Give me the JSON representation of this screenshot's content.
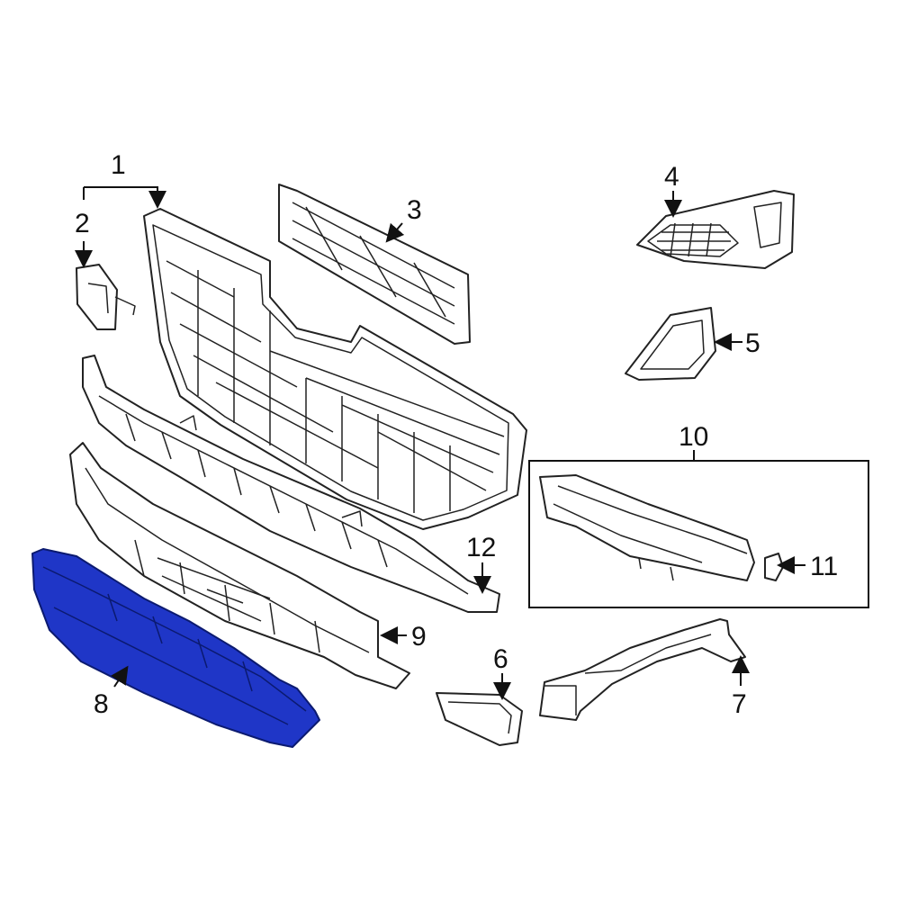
{
  "diagram": {
    "highlight_color": "#1f36c7",
    "line_color": "#222222",
    "callouts": {
      "c1": "1",
      "c2": "2",
      "c3": "3",
      "c4": "4",
      "c5": "5",
      "c6": "6",
      "c7": "7",
      "c8": "8",
      "c9": "9",
      "c10": "10",
      "c11": "11",
      "c12": "12"
    },
    "highlighted_part": "8"
  }
}
